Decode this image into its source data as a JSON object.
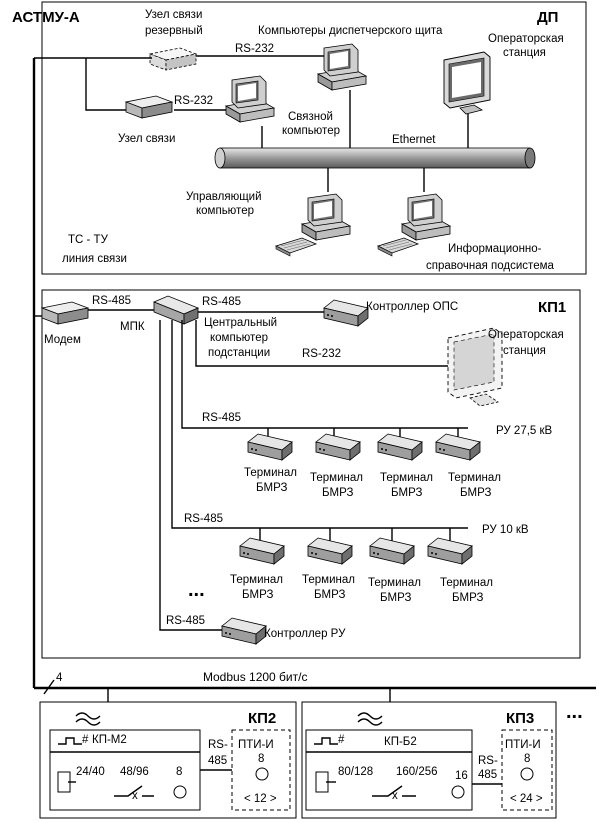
{
  "dp": {
    "title": "АСТМУ-А",
    "code": "ДП",
    "backup_node": [
      "Узел связи",
      "резервный"
    ],
    "dispatch_computers": "Компьютеры диспетчерского щита",
    "operator_station": [
      "Операторская",
      "станция"
    ],
    "rs232_top": "RS-232",
    "rs232_node": "RS-232",
    "comm_node": "Узел связи",
    "comm_computer": [
      "Связной",
      "компьютер"
    ],
    "ethernet": "Ethernet",
    "control_computer": [
      "Управляющий",
      "компьютер"
    ],
    "info_system": [
      "Информационно-",
      "справочная подсистема"
    ],
    "tc_tu": "ТС - ТУ",
    "link_line": "линия связи"
  },
  "kp1": {
    "code": "КП1",
    "modem": "Модем",
    "rs485_modem": "RS-485",
    "mpk": "МПК",
    "rs485_ops": "RS-485",
    "controller_ops": "Контроллер ОПС",
    "central_computer": [
      "Центральный",
      "компьютер",
      "подстанции"
    ],
    "rs232": "RS-232",
    "operator_station": [
      "Операторская",
      "станция"
    ],
    "rs485_bus1": "RS-485",
    "ru_275": "РУ 27,5 кВ",
    "terminals_row1": [
      [
        "Терминал",
        "БМРЗ"
      ],
      [
        "Терминал",
        "БМРЗ"
      ],
      [
        "Терминал",
        "БМРЗ"
      ],
      [
        "Терминал",
        "БМРЗ"
      ]
    ],
    "rs485_bus2": "RS-485",
    "ru_10": "РУ 10 кВ",
    "terminals_row2": [
      [
        "Терминал",
        "БМРЗ"
      ],
      [
        "Терминал",
        "БМРЗ"
      ],
      [
        "Терминал",
        "БМРЗ"
      ],
      [
        "Терминал",
        "БМРЗ"
      ]
    ],
    "ellipsis": "...",
    "rs485_ru": "RS-485",
    "controller_ru": "Контроллер РУ"
  },
  "bus": {
    "wires": "4",
    "modbus": "Modbus  1200 бит/с",
    "ellipsis": "..."
  },
  "kp2": {
    "code": "КП2",
    "device": "КП-М2",
    "hash": "#",
    "ti": "24/40",
    "ts": "48/96",
    "tu": "8",
    "rs485_a": "RS-",
    "rs485_b": "485",
    "pti": "ПТИ-И",
    "pti_num": "8",
    "pti_cnt": "< 12 >"
  },
  "kp3": {
    "code": "КП3",
    "device": "КП-Б2",
    "hash": "#",
    "ti": "80/128",
    "ts": "160/256",
    "tu": "16",
    "rs485_a": "RS-",
    "rs485_b": "485",
    "pti": "ПТИ-И",
    "pti_num": "8",
    "pti_cnt": "< 24 >",
    "ellipsis": "..."
  }
}
